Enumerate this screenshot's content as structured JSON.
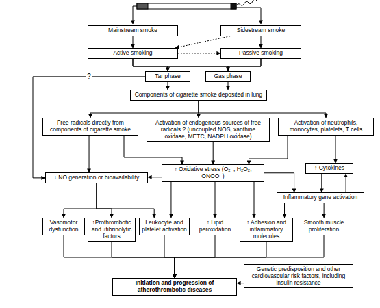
{
  "diagram": {
    "nodes": [
      {
        "text": [
          "Mainstream smoke"
        ]
      },
      {
        "text": [
          "Sidestream smoke"
        ]
      },
      {
        "text": [
          "Active smoking"
        ]
      },
      {
        "text": [
          "Passive smoking"
        ]
      },
      {
        "text": [
          "Tar phase"
        ]
      },
      {
        "text": [
          "Gas phase"
        ]
      },
      {
        "text": [
          "Components of cigarette smoke deposited in lung"
        ]
      },
      {
        "text": [
          "Free radicals directly from components of cigarette smoke"
        ]
      },
      {
        "text": [
          "Activation of endogenous sources of free radicals ? (uncoupled NOS, xanthine oxidase, METC, NADPH oxidase)"
        ]
      },
      {
        "text": [
          "Activation of neutrophils, monocytes, platelets, T cells"
        ]
      },
      {
        "text": [
          "↑ Oxidative stress (O₂⁻, H₂O₂, ONOO⁻)"
        ]
      },
      {
        "text": [
          "↑ Cytokines"
        ]
      },
      {
        "text": [
          "↓ NO generation or bioavailability"
        ]
      },
      {
        "text": [
          "Inflammatory gene activation"
        ]
      },
      {
        "text": [
          "Vasomotor dysfunction"
        ]
      },
      {
        "text": [
          "↑Prothrombotic and ↓fibrinolytic factors"
        ]
      },
      {
        "text": [
          "Leukocyte and platelet activation"
        ]
      },
      {
        "text": [
          "↑ Lipid peroxidation"
        ]
      },
      {
        "text": [
          "↑ Adhesion and inflammatory molecules"
        ]
      },
      {
        "text": [
          "Smooth muscle proliferation"
        ]
      },
      {
        "text": [
          "Genetic predisposition and other cardiovascular risk factors, including insulin resistance"
        ]
      },
      {
        "text": [
          "Initiation and progression of atherothrombotic diseases"
        ]
      }
    ],
    "edges": [
      {
        "from": 0,
        "to": 2,
        "arrow": "to"
      },
      {
        "from": 1,
        "to": 3,
        "arrow": "to"
      },
      {
        "from": 2,
        "to": 3,
        "arrow": "to"
      },
      {
        "from": 1,
        "to": 2,
        "arrow": "to"
      },
      {
        "from": 2,
        "to": 4,
        "arrow": "to"
      },
      {
        "from": 2,
        "to": 5,
        "arrow": "to"
      },
      {
        "from": 3,
        "to": 4,
        "arrow": "to"
      },
      {
        "from": 3,
        "to": 5,
        "arrow": "to"
      },
      {
        "from": 4,
        "to": 6,
        "arrow": "to"
      },
      {
        "from": 5,
        "to": 6,
        "arrow": "to"
      },
      {
        "from": 6,
        "to": 7,
        "arrow": "to"
      },
      {
        "from": 6,
        "to": 8,
        "arrow": "to"
      },
      {
        "from": 6,
        "to": 9,
        "arrow": "to"
      },
      {
        "from": 4,
        "to": 12,
        "label": "?",
        "arrow": "to"
      },
      {
        "from": 7,
        "to": 12,
        "arrow": "to"
      },
      {
        "from": 7,
        "to": 10,
        "arrow": "to"
      },
      {
        "from": 8,
        "to": 10,
        "arrow": "to"
      },
      {
        "from": 9,
        "to": 10,
        "arrow": "to"
      },
      {
        "from": 9,
        "to": 11,
        "arrow": "to"
      },
      {
        "from": 11,
        "to": 13,
        "arrow": "to"
      },
      {
        "from": 13,
        "to": 11,
        "arrow": "to"
      },
      {
        "from": 10,
        "to": 13,
        "arrow": "to"
      },
      {
        "from": 10,
        "to": 12,
        "arrow": "to"
      },
      {
        "from": 12,
        "to": 14,
        "arrow": "to"
      },
      {
        "from": 12,
        "to": 15,
        "arrow": "to"
      },
      {
        "from": 12,
        "to": 16,
        "arrow": "to"
      },
      {
        "from": 10,
        "to": 17,
        "arrow": "to"
      },
      {
        "from": 10,
        "to": 16,
        "arrow": "to"
      },
      {
        "from": 10,
        "to": 18,
        "arrow": "to"
      },
      {
        "from": 13,
        "to": 18,
        "arrow": "to"
      },
      {
        "from": 13,
        "to": 19,
        "arrow": "to"
      },
      {
        "from": 14,
        "to": 21,
        "arrow": "to"
      },
      {
        "from": 15,
        "to": 21,
        "arrow": "to"
      },
      {
        "from": 16,
        "to": 21,
        "arrow": "to"
      },
      {
        "from": 17,
        "to": 21,
        "arrow": "to"
      },
      {
        "from": 18,
        "to": 21,
        "arrow": "to"
      },
      {
        "from": 19,
        "to": 21,
        "arrow": "to"
      },
      {
        "from": 20,
        "to": 21,
        "arrow": "to"
      }
    ]
  }
}
